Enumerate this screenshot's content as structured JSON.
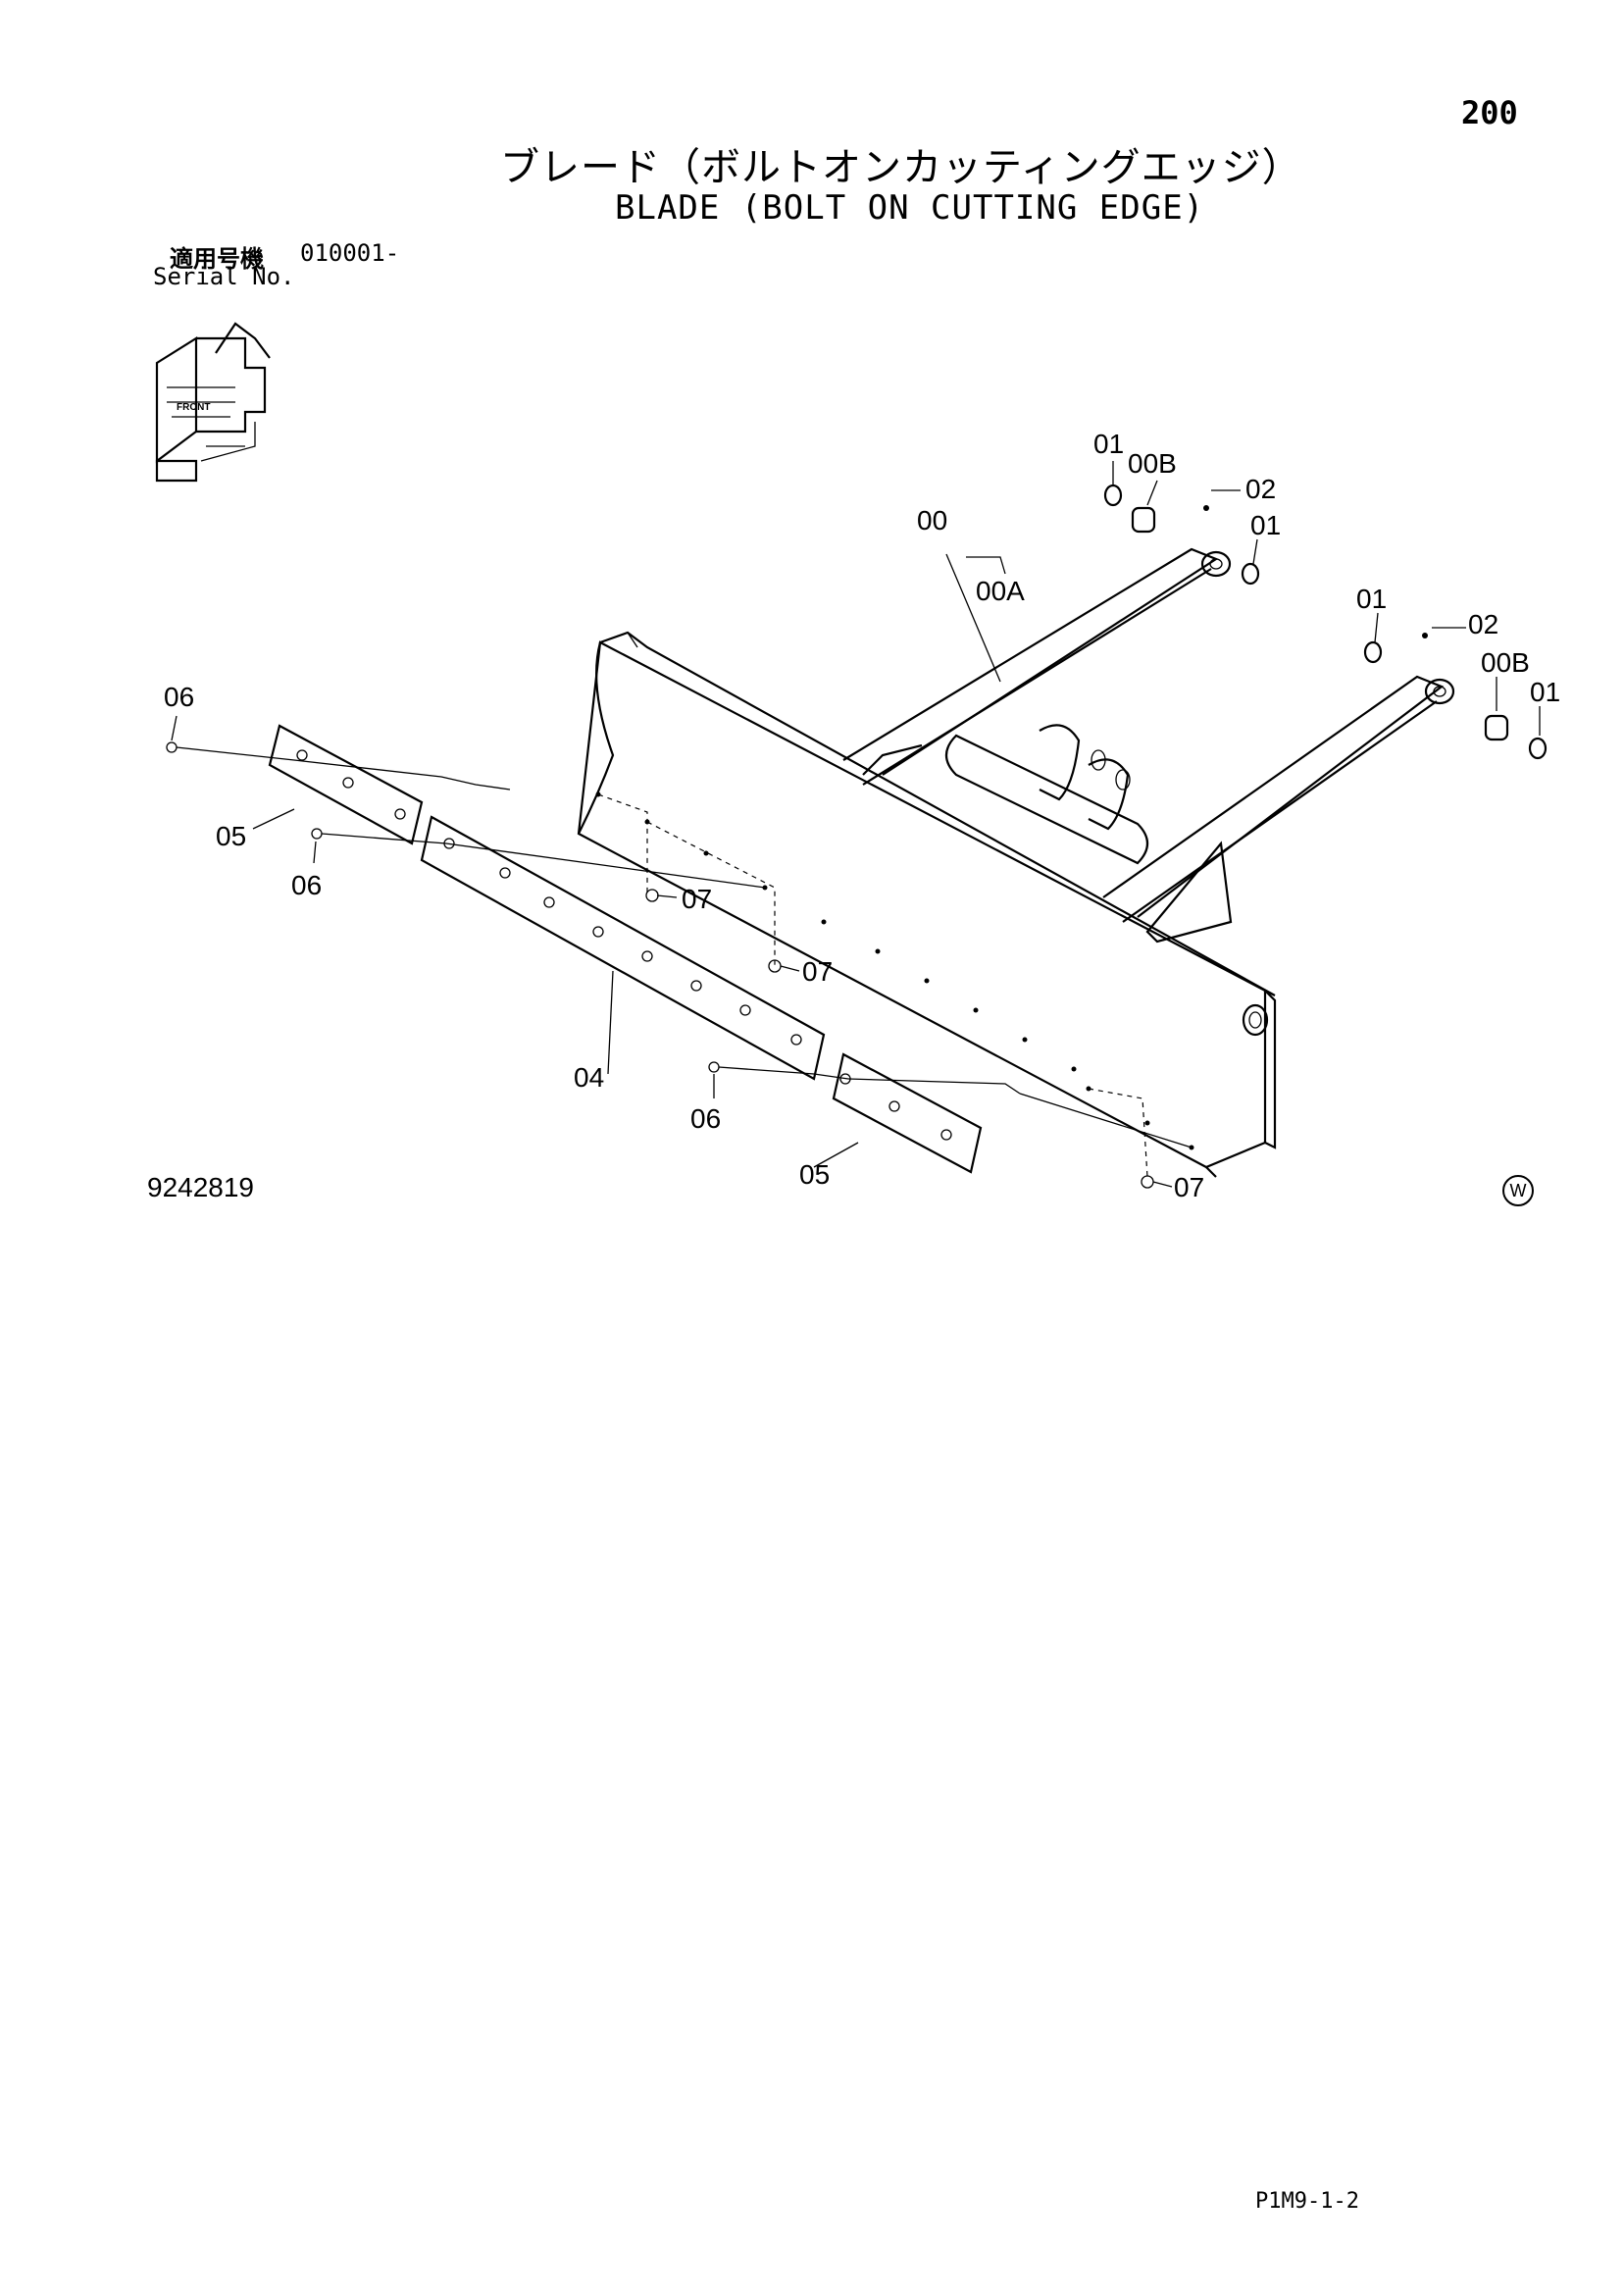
{
  "page": {
    "number": "200",
    "code": "P1M9-1-2",
    "mark": "W"
  },
  "title": {
    "jp": "ブレード（ボルトオンカッティングエッジ）",
    "en": "BLADE (BOLT ON CUTTING EDGE)"
  },
  "serial": {
    "jp_label": "適用号機",
    "en_label": "Serial No.",
    "value": "010001-"
  },
  "drawing_number": "9242819",
  "orientation_icon": {
    "icon": "orientation-front-icon",
    "text": "FRONT"
  },
  "callouts": {
    "c00": "00",
    "c00A": "00A",
    "c00B_top": "00B",
    "c00B_right": "00B",
    "c01_top_a": "01",
    "c01_top_b": "01",
    "c01_right_a": "01",
    "c01_right_b": "01",
    "c02_top": "02",
    "c02_right": "02",
    "c04": "04",
    "c05_left": "05",
    "c05_bottom": "05",
    "c06_top": "06",
    "c06_mid": "06",
    "c06_bottom": "06",
    "c07_a": "07",
    "c07_b": "07",
    "c07_c": "07"
  }
}
